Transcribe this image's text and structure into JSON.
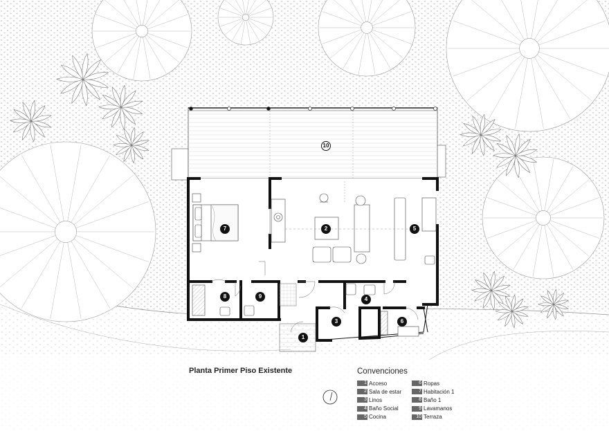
{
  "plan_title": "Planta Primer Piso Existente",
  "legend": {
    "title": "Convenciones",
    "items": [
      {
        "num": "1",
        "label": "Acceso"
      },
      {
        "num": "2",
        "label": "Sala de estar"
      },
      {
        "num": "3",
        "label": "Linos"
      },
      {
        "num": "4",
        "label": "Baño Social"
      },
      {
        "num": "5",
        "label": "Cocina"
      },
      {
        "num": "6",
        "label": "Ropas"
      },
      {
        "num": "7",
        "label": "Habitación 1"
      },
      {
        "num": "8",
        "label": "Baño 1"
      },
      {
        "num": "9",
        "label": "Lavamanos"
      },
      {
        "num": "10",
        "label": "Terraza"
      }
    ]
  },
  "room_tags": [
    "1",
    "2",
    "3",
    "4",
    "5",
    "6",
    "7",
    "8",
    "9",
    "10"
  ],
  "colors": {
    "wall": "#111111",
    "ink": "#222222",
    "legend_chip": "#666666",
    "background": "#ffffff"
  },
  "icons": [
    "north-arrow-icon",
    "tree-icon",
    "palm-icon"
  ]
}
